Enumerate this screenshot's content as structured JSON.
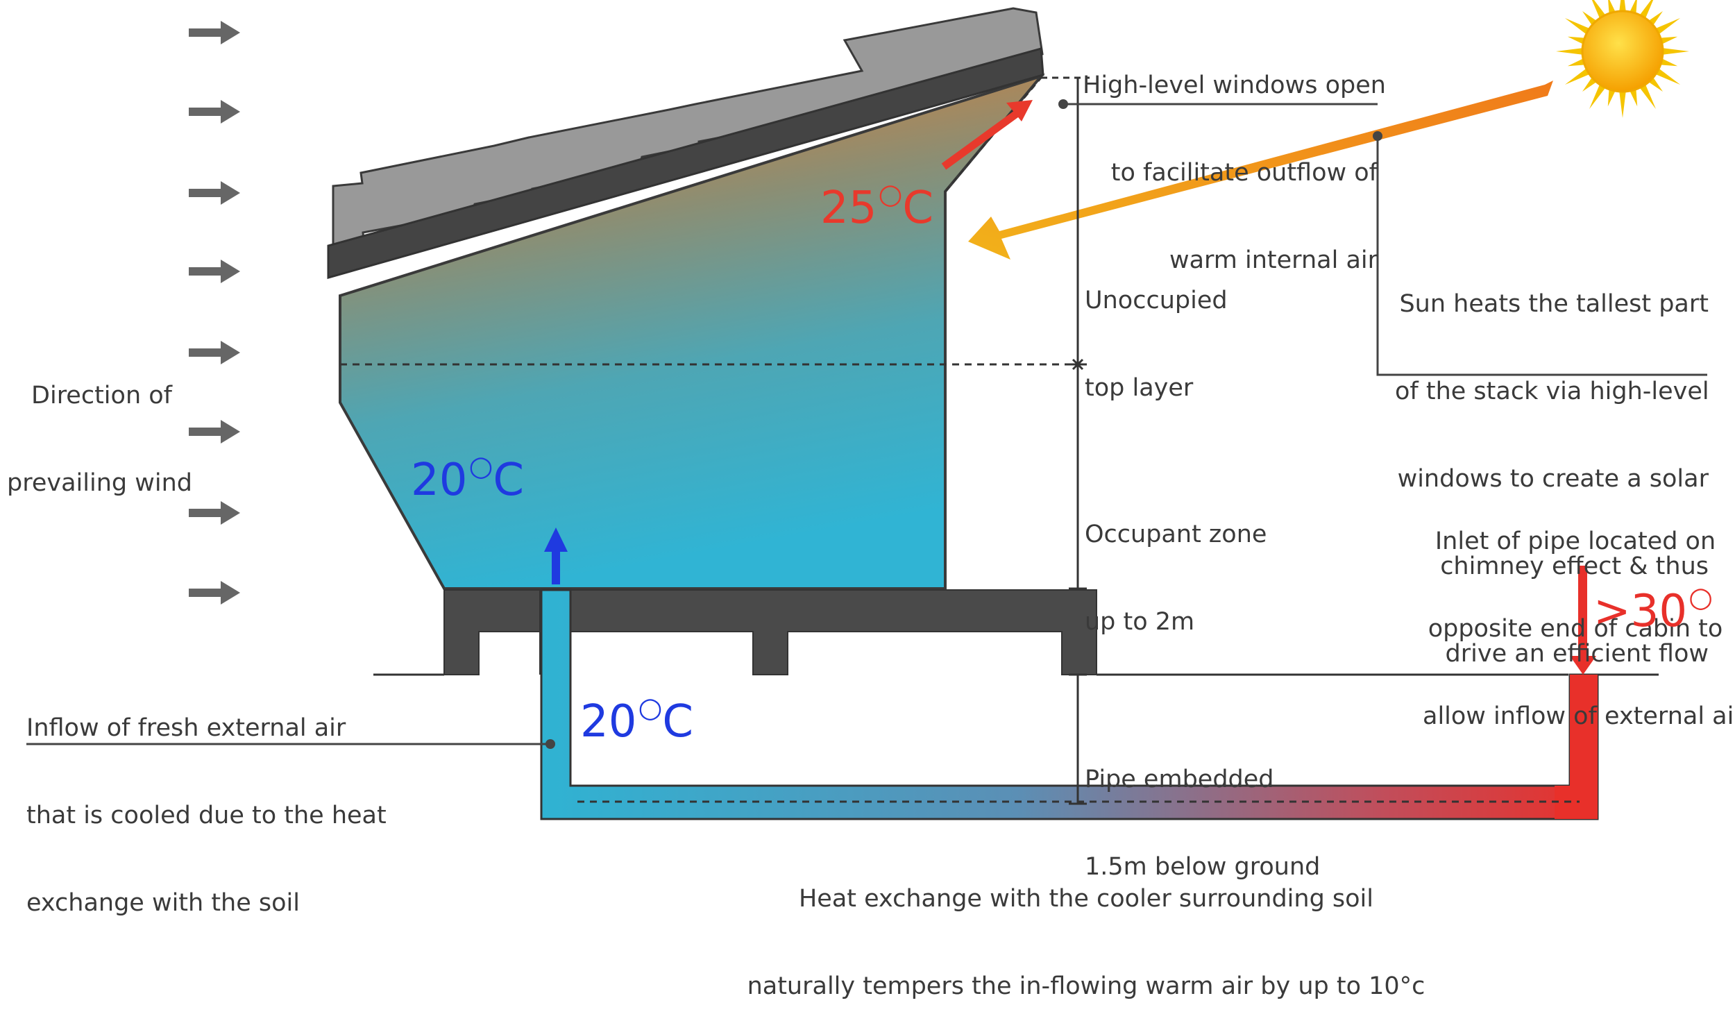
{
  "labels": {
    "wind": [
      "Direction of",
      "prevailing wind"
    ],
    "high_level": [
      "High-level windows open",
      "to facilitate outflow of",
      "warm internal air"
    ],
    "unoccupied": [
      "Unoccupied",
      "top layer"
    ],
    "sun": [
      "Sun heats the tallest part",
      "of the stack via high-level",
      "windows to create a solar",
      "chimney effect & thus",
      "drive an efficient flow"
    ],
    "occupant": [
      "Occupant zone",
      "up to 2m"
    ],
    "inlet": [
      "Inlet of pipe located on",
      "opposite end of cabin to",
      "allow inflow of external air"
    ],
    "inflow": [
      "Inflow of fresh external air",
      "that is cooled due to the heat",
      "exchange with the soil"
    ],
    "pipe": [
      "Pipe embedded",
      "1.5m below ground"
    ],
    "heat_exchange": [
      "Heat exchange with the cooler surrounding soil",
      "naturally tempers the in-flowing warm air by up to 10°c"
    ]
  },
  "temps": {
    "top": {
      "value": "25",
      "unit": "C"
    },
    "room": {
      "value": "20",
      "unit": "C"
    },
    "pipe": {
      "value": "20",
      "unit": "C"
    },
    "outside": {
      "value": ">30",
      "unit": ""
    }
  },
  "colors": {
    "hot": "#e8392c",
    "cool": "#1f3ae0",
    "cyan": "#2fb3d3",
    "roof_tile": "#999999",
    "roof_board": "#444444",
    "structure": "#4a4a4a",
    "text": "#3a3a3a",
    "sun_core": "#f7b500",
    "sun_ray": "#f5c400"
  }
}
